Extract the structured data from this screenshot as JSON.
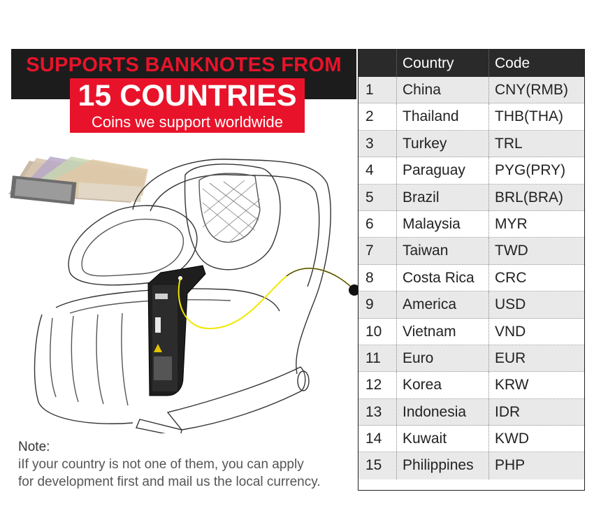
{
  "banner": {
    "line1": "SUPPORTS BANKNOTES FROM",
    "line2": "15 COUNTRIES",
    "line3": "Coins we support worldwide"
  },
  "note": {
    "title": "Note:",
    "line1": "iIf your country is not one of them, you can apply",
    "line2": "for development first and mail us the local currency."
  },
  "table": {
    "header": {
      "number": "",
      "country": "Country",
      "code": "Code"
    },
    "rows": [
      {
        "num": "1",
        "country": "China",
        "code": "CNY(RMB)"
      },
      {
        "num": "2",
        "country": "Thailand",
        "code": "THB(THA)"
      },
      {
        "num": "3",
        "country": "Turkey",
        "code": "TRL"
      },
      {
        "num": "4",
        "country": "Paraguay",
        "code": "PYG(PRY)"
      },
      {
        "num": "5",
        "country": "Brazil",
        "code": "BRL(BRA)"
      },
      {
        "num": "6",
        "country": "Malaysia",
        "code": "MYR"
      },
      {
        "num": "7",
        "country": "Taiwan",
        "code": "TWD"
      },
      {
        "num": "8",
        "country": "Costa Rica",
        "code": "CRC"
      },
      {
        "num": "9",
        "country": "America",
        "code": "USD"
      },
      {
        "num": "10",
        "country": "Vietnam",
        "code": "VND"
      },
      {
        "num": "11",
        "country": "Euro",
        "code": "EUR"
      },
      {
        "num": "12",
        "country": "Korea",
        "code": "KRW"
      },
      {
        "num": "13",
        "country": "Indonesia",
        "code": "IDR"
      },
      {
        "num": "14",
        "country": "Kuwait",
        "code": "KWD"
      },
      {
        "num": "15",
        "country": "Philippines",
        "code": "PHP"
      }
    ]
  },
  "colors": {
    "accent_red": "#e8132a",
    "header_dark": "#2a2a2a",
    "cable_yellow": "#f2e600",
    "row_alt": "#e9e9e9"
  },
  "icons": [
    "banknotes-fan-image",
    "massage-chair-illustration",
    "bill-acceptor-device",
    "connector-dot"
  ]
}
